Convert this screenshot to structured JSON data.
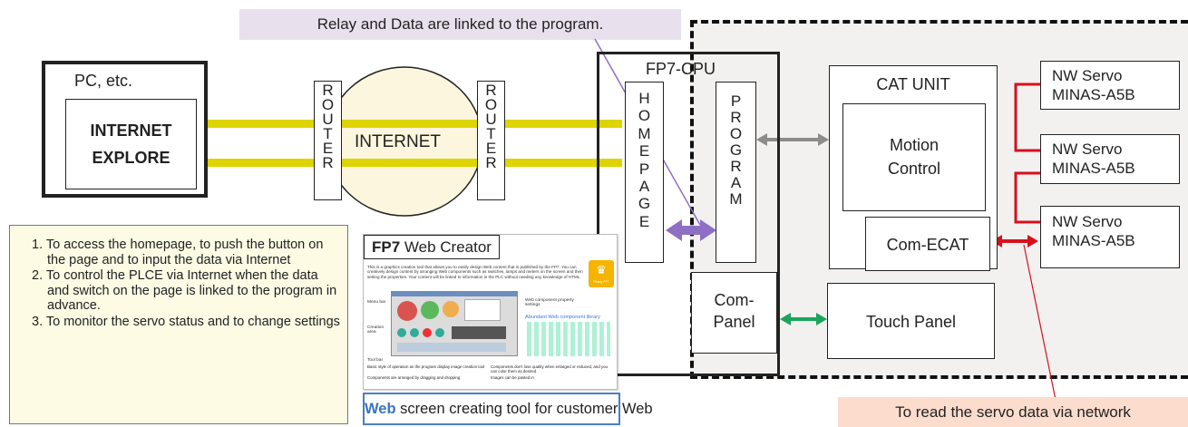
{
  "callout_top": "Relay and Data are linked to the program.",
  "pc": {
    "label": "PC, etc.",
    "browser_line1": "INTERNET",
    "browser_line2": "EXPLORE"
  },
  "router_left": "ROUTER",
  "internet": "INTERNET",
  "router_right": "ROUTER",
  "fp7_cpu": {
    "title": "FP7-CPU",
    "homepage": "HOMEPAGE",
    "program": "PROGRAM",
    "com_panel": "Com-\nPanel"
  },
  "cat_unit": {
    "title": "CAT UNIT",
    "motion": "Motion\nControl",
    "com_ecat": "Com-ECAT"
  },
  "servos": [
    {
      "line1": "NW Servo",
      "line2": "MINAS-A5B"
    },
    {
      "line1": "NW Servo",
      "line2": "MINAS-A5B"
    },
    {
      "line1": "NW Servo",
      "line2": "MINAS-A5B"
    }
  ],
  "touch_panel": "Touch Panel",
  "notes": [
    "1. To access the homepage, to push the button on the page and to input the data via Internet",
    "2. To control the PLCE via Internet when the data and switch on the page is linked to the program in advance.",
    "3. To monitor the servo status and to change settings"
  ],
  "web_creator": {
    "title_bold": "FP7",
    "title_rest": " Web Creator",
    "desc": "This is a graphics creation tool that allows you to easily design Web content that is published by the FP7. You can creatively design content by arranging Web components such as switches, lamps and meters on the screen and then setting the properties. Your content will be linked to information in the PLC without needing any knowledge of HTML.",
    "lbl_menu": "Menu bar",
    "lbl_creation": "Creation area",
    "lbl_tool": "Tool bar",
    "lbl_props": "Web component property settings",
    "lbl_library": "Abundant Web component library",
    "bullets": [
      "Basic style of operation as the program display image creation tool",
      "Components are arranged by dragging and dropping",
      "Components don't lose quality when enlarged or reduced, and you can color them as desired",
      "Images can be pasted in"
    ],
    "badge": "Ready FP7"
  },
  "web_caption": {
    "bold": "Web",
    "rest": " screen creating tool for customer Web"
  },
  "servo_caption": "To read the servo data via network",
  "colors": {
    "yellow_line": "#ddd400",
    "purple_arrow": "#8e6fc4",
    "gray_arrow": "#8c8c8c",
    "green_arrow": "#1aa55a",
    "red": "#d7101c",
    "internet_fill": "#fbf6dd",
    "notes_fill": "#fdfbe4",
    "callout_fill": "#e9e0ee",
    "servo_caption_fill": "#fbdccd",
    "dashed_region_fill": "#f2f1f0",
    "caption_border": "#4a7fc1"
  }
}
